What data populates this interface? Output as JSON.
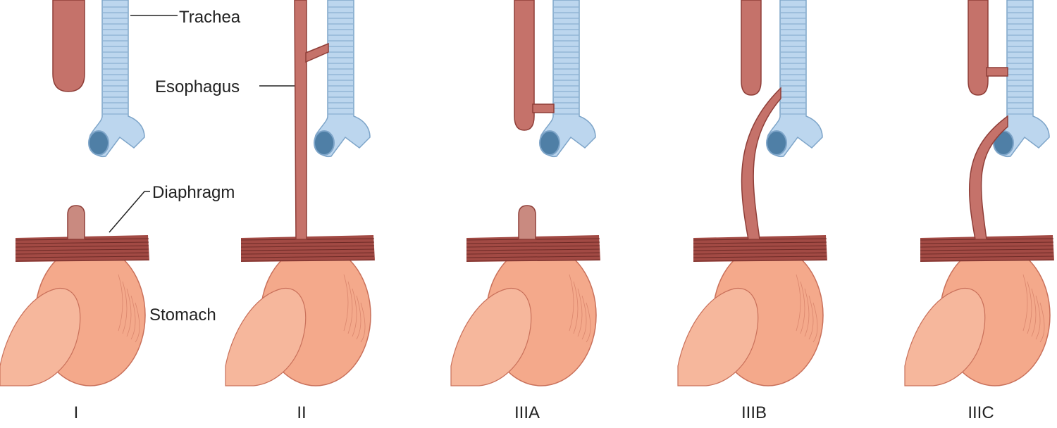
{
  "labels": {
    "trachea": "Trachea",
    "esophagus": "Esophagus",
    "diaphragm": "Diaphragm",
    "stomach": "Stomach"
  },
  "panels": [
    {
      "id": "I",
      "label": "I",
      "type": "pure-atresia"
    },
    {
      "id": "II",
      "label": "II",
      "type": "isolated-fistula"
    },
    {
      "id": "IIIA",
      "label": "IIIA",
      "type": "proximal-fistula"
    },
    {
      "id": "IIIB",
      "label": "IIIB",
      "type": "distal-fistula"
    },
    {
      "id": "IIIC",
      "label": "IIIC",
      "type": "double-fistula"
    }
  ],
  "colors": {
    "trachea_fill": "#bcd6ee",
    "trachea_stroke": "#7ea5c9",
    "esophagus_fill": "#c5726a",
    "esophagus_stroke": "#8f3e38",
    "diaphragm": "#a24a44",
    "stomach_fill": "#f4a98b",
    "stomach_stroke": "#c9705a"
  }
}
